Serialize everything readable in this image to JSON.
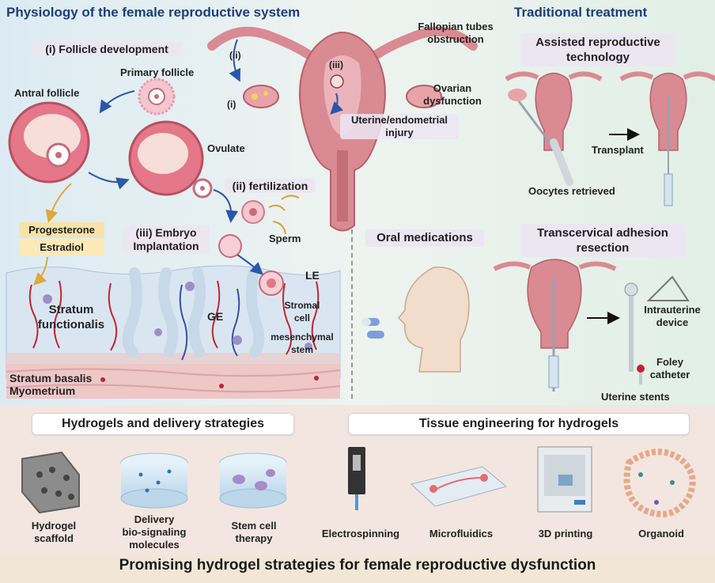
{
  "titles": {
    "physiology": "Physiology of the female reproductive system",
    "traditional": "Traditional treatment"
  },
  "physiology": {
    "section_i": "(i) Follicle development",
    "primary_follicle": "Primary follicle",
    "antral_follicle": "Antral follicle",
    "ovulate": "Ovulate",
    "section_ii": "(ii) fertilization",
    "sperm": "Sperm",
    "section_iii_line1": "(iii) Embryo",
    "section_iii_line2": "Implantation",
    "hormone_1": "Progesterone",
    "hormone_2": "Estradiol",
    "le": "LE",
    "ge": "GE",
    "stromal_line1": "Stromal",
    "stromal_line2": "cell",
    "mesenchymal_line1": "mesenchymal",
    "mesenchymal_line2": "stem",
    "stratum_functionalis_line1": "Stratum",
    "stratum_functionalis_line2": "functionalis",
    "stratum_basalis": "Stratum basalis",
    "myometrium": "Myometrium",
    "uterus_mark_i": "(i)",
    "uterus_mark_ii": "(ii)",
    "uterus_mark_iii": "(iii)",
    "fallopian_line1": "Fallopian tubes",
    "fallopian_line2": "obstruction",
    "ovarian_line1": "Ovarian",
    "ovarian_line2": "dysfunction",
    "uterine_line1": "Uterine/endometrial",
    "uterine_line2": "injury"
  },
  "traditional": {
    "art_line1": "Assisted reproductive",
    "art_line2": "technology",
    "transplant": "Transplant",
    "oocytes": "Oocytes retrieved",
    "oral": "Oral medications",
    "tar_line1": "Transcervical adhesion",
    "tar_line2": "resection",
    "intrauterine_line1": "Intrauterine",
    "intrauterine_line2": "device",
    "foley_line1": "Foley",
    "foley_line2": "catheter",
    "stents": "Uterine stents"
  },
  "hydrogels": {
    "header_left": "Hydrogels and delivery strategies",
    "header_right": "Tissue engineering for hydrogels",
    "scaffold_line1": "Hydrogel",
    "scaffold_line2": "scaffold",
    "delivery_line1": "Delivery",
    "delivery_line2": "bio-signaling",
    "delivery_line3": "molecules",
    "stem_line1": "Stem cell",
    "stem_line2": "therapy",
    "electrospinning": "Electrospinning",
    "microfluidics": "Microfluidics",
    "printing": "3D printing",
    "organoid": "Organoid"
  },
  "footer": {
    "title": "Promising hydrogel strategies for female reproductive dysfunction"
  },
  "colors": {
    "title_blue": "#1b3e7c",
    "uterus_pink": "#d98a93",
    "uterus_dark": "#b5606c",
    "follicle_pink": "#e4788a",
    "hormone_yellow": "#f7e2a8",
    "tissue_blue": "#c7d8ea"
  }
}
